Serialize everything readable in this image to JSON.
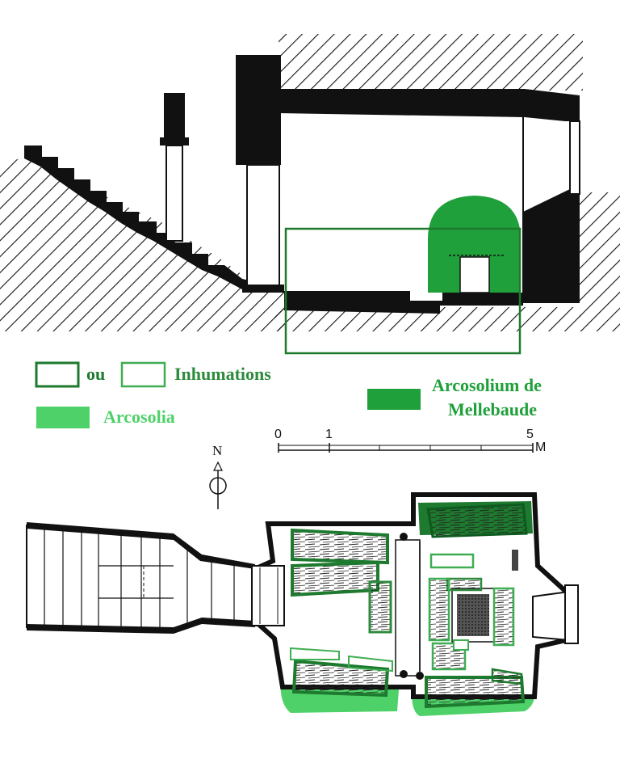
{
  "legend": {
    "connector": "ou",
    "inhumations_label": "Inhumations",
    "arcosolia_label": "Arcosolia",
    "mellebaude_label_line1": "Arcosolium de",
    "mellebaude_label_line2": "Mellebaude"
  },
  "scale": {
    "tick_0": "0",
    "tick_1": "1",
    "tick_5": "5",
    "unit": "M"
  },
  "north": {
    "label": "N"
  },
  "colors": {
    "ink": "#111111",
    "dark_green": "#1e7a2e",
    "mid_green": "#1fa03a",
    "light_green": "#4fd16a",
    "outline_green": "#2e8b3d",
    "outline_light_green": "#3fae52"
  }
}
